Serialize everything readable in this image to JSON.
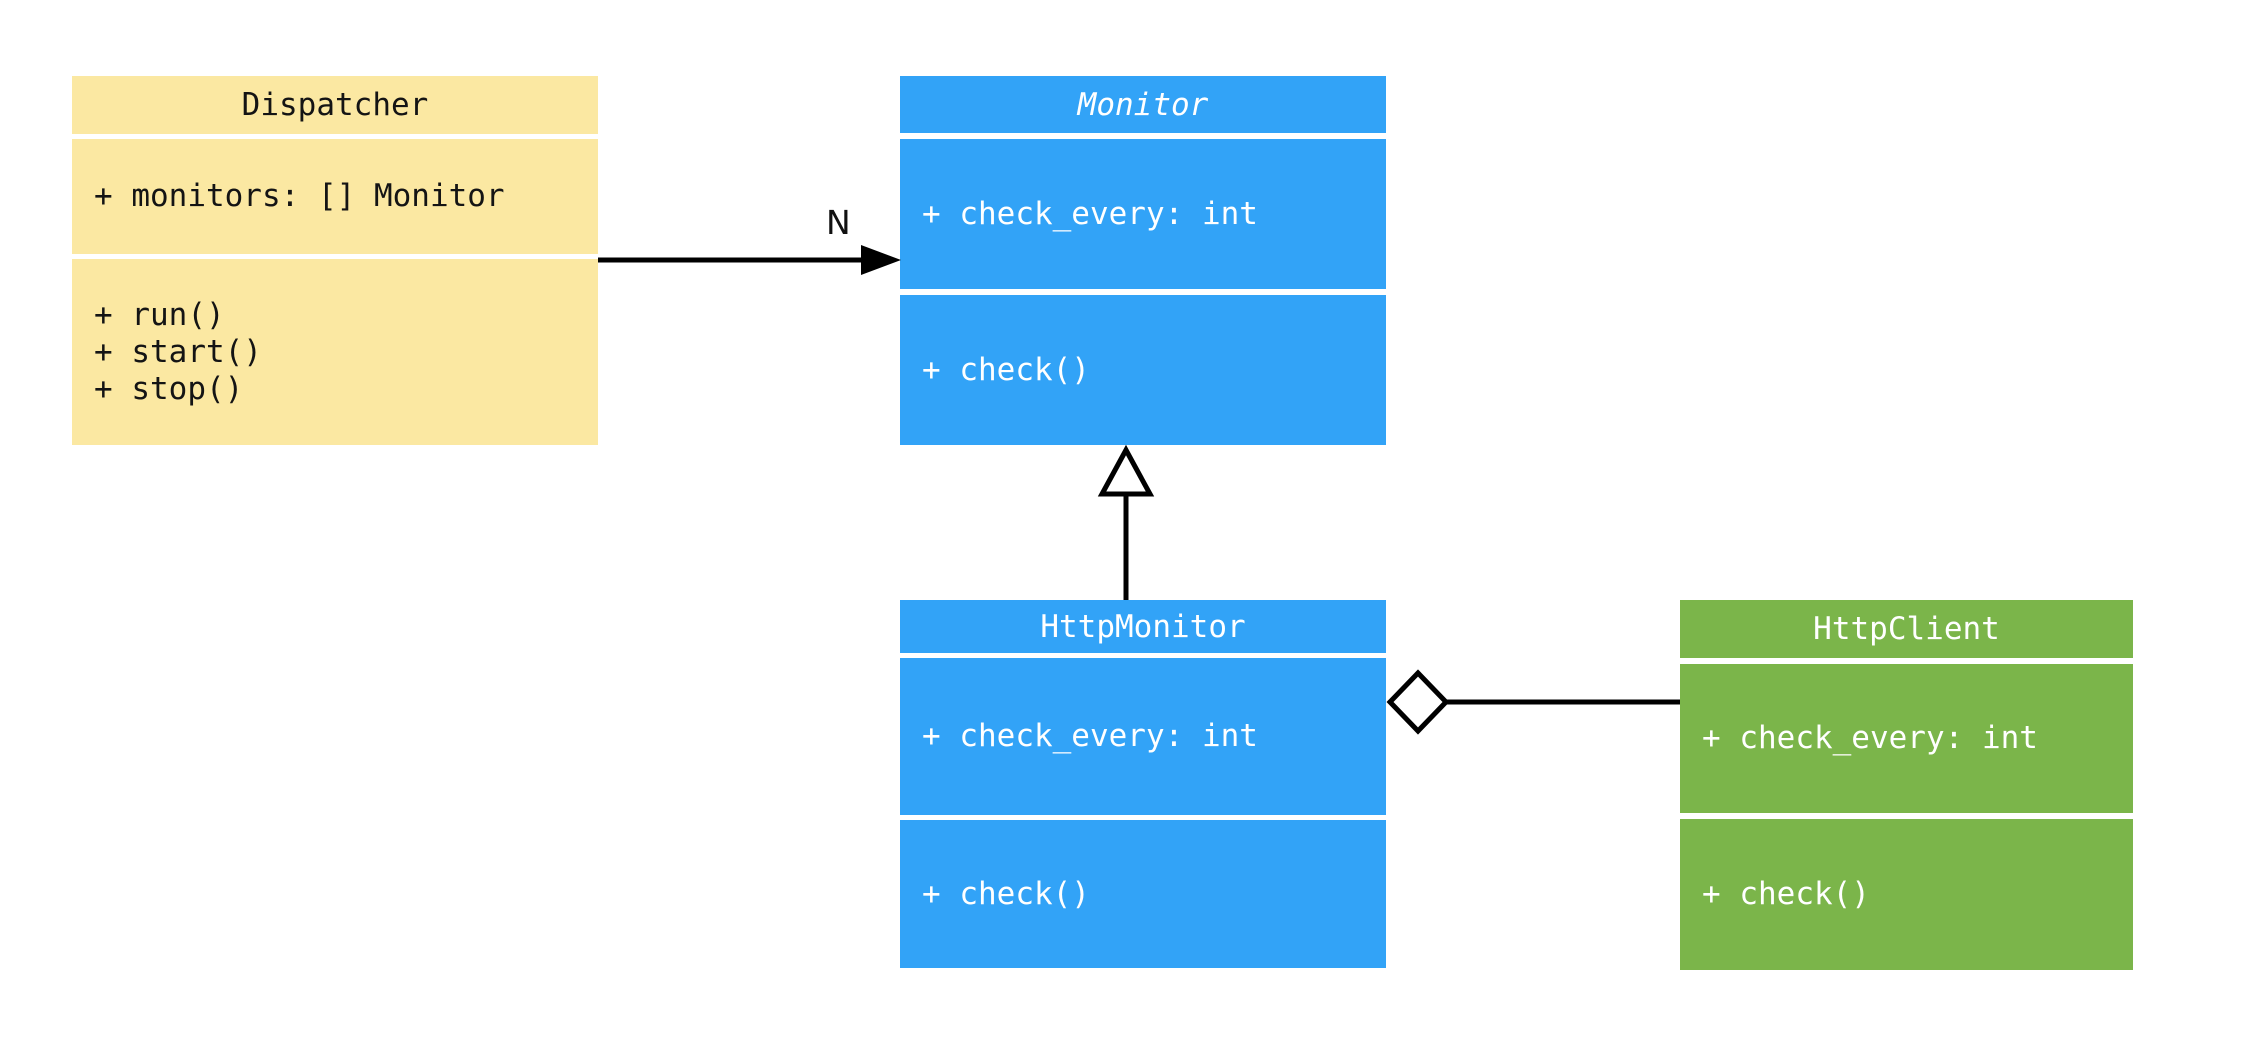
{
  "diagram": {
    "background": "#FFFFFF",
    "edge_color": "#000000",
    "classes": [
      {
        "name": "Dispatcher",
        "abstract": false,
        "fill": "#FBE8A2",
        "text_color": "#141414",
        "attributes": [
          "+ monitors: [] Monitor"
        ],
        "methods": [
          "+ run()",
          "+ start()",
          "+ stop()"
        ]
      },
      {
        "name": "Monitor",
        "abstract": true,
        "fill": "#32A3F7",
        "text_color": "#FFFFFF",
        "attributes": [
          "+ check_every: int"
        ],
        "methods": [
          "+ check()"
        ]
      },
      {
        "name": "HttpMonitor",
        "abstract": false,
        "fill": "#32A3F7",
        "text_color": "#FFFFFF",
        "attributes": [
          "+ check_every: int"
        ],
        "methods": [
          "+ check()"
        ]
      },
      {
        "name": "HttpClient",
        "abstract": false,
        "fill": "#7BB54A",
        "text_color": "#FFFFFF",
        "attributes": [
          "+ check_every: int"
        ],
        "methods": [
          "+ check()"
        ]
      }
    ],
    "relationships": [
      {
        "type": "directed-association",
        "from": "Dispatcher",
        "to": "Monitor",
        "label": "N"
      },
      {
        "type": "inheritance",
        "from": "HttpMonitor",
        "to": "Monitor",
        "label": ""
      },
      {
        "type": "aggregation",
        "from": "HttpMonitor",
        "to": "HttpClient",
        "label": ""
      }
    ]
  }
}
